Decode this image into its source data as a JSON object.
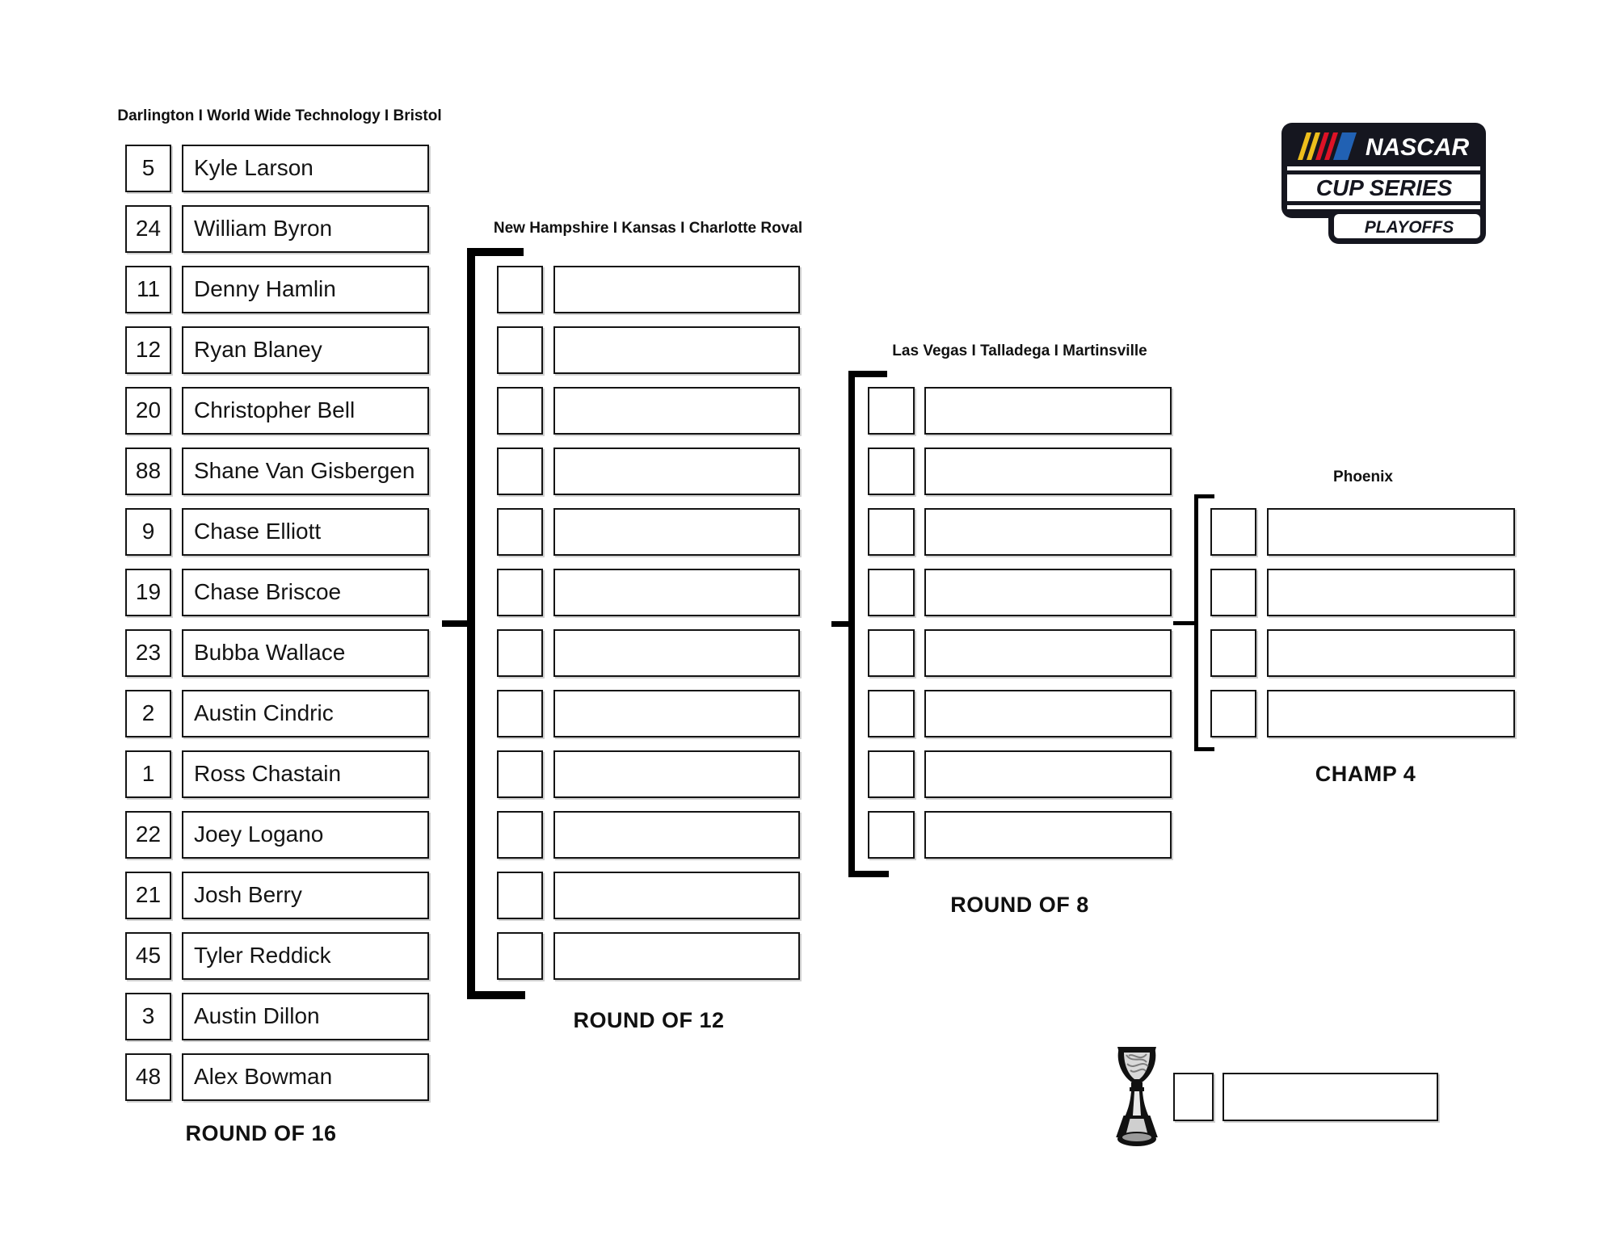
{
  "logo": {
    "line1": "NASCAR",
    "line2": "CUP SERIES",
    "line3": "PLAYOFFS",
    "colors": {
      "dark": "#15161f",
      "yellow": "#edbe1c",
      "red": "#dd1226",
      "blue": "#2161b3"
    }
  },
  "bracket": {
    "round_of_16": {
      "races_header": "Darlington I World Wide Technology I Bristol",
      "label": "ROUND OF 16",
      "drivers": [
        {
          "number": "5",
          "name": "Kyle Larson"
        },
        {
          "number": "24",
          "name": "William Byron"
        },
        {
          "number": "11",
          "name": "Denny Hamlin"
        },
        {
          "number": "12",
          "name": "Ryan Blaney"
        },
        {
          "number": "20",
          "name": "Christopher Bell"
        },
        {
          "number": "88",
          "name": "Shane Van Gisbergen"
        },
        {
          "number": "9",
          "name": "Chase Elliott"
        },
        {
          "number": "19",
          "name": "Chase Briscoe"
        },
        {
          "number": "23",
          "name": "Bubba Wallace"
        },
        {
          "number": "2",
          "name": "Austin Cindric"
        },
        {
          "number": "1",
          "name": "Ross Chastain"
        },
        {
          "number": "22",
          "name": "Joey Logano"
        },
        {
          "number": "21",
          "name": "Josh Berry"
        },
        {
          "number": "45",
          "name": "Tyler Reddick"
        },
        {
          "number": "3",
          "name": "Austin Dillon"
        },
        {
          "number": "48",
          "name": "Alex Bowman"
        }
      ]
    },
    "round_of_12": {
      "races_header": "New Hampshire I Kansas I Charlotte Roval",
      "label": "ROUND OF 12",
      "empty_slots": 12
    },
    "round_of_8": {
      "races_header": "Las Vegas I Talladega I Martinsville",
      "label": "ROUND OF 8",
      "empty_slots": 8
    },
    "champ_4": {
      "races_header": "Phoenix",
      "label": "CHAMP 4",
      "empty_slots": 4
    },
    "champion": {
      "empty_slots": 1
    }
  }
}
